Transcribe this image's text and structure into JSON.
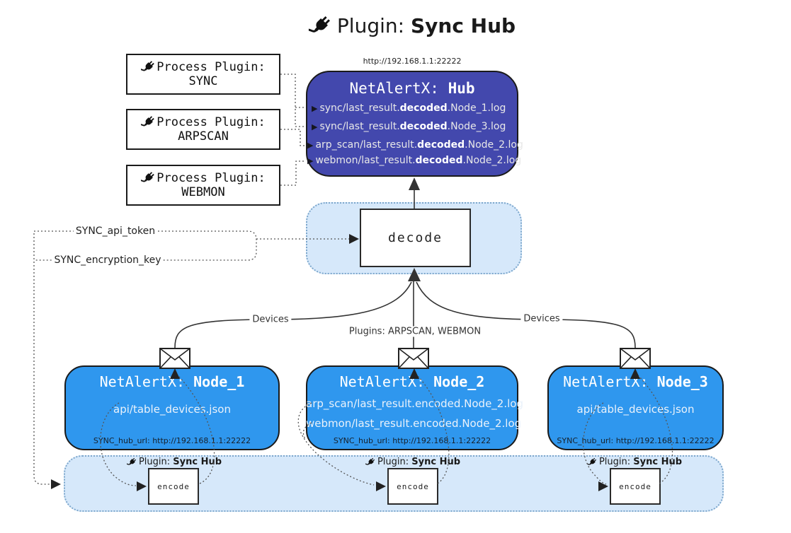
{
  "title": {
    "label": "Plugin: ",
    "label_bold": "Sync Hub"
  },
  "hub": {
    "url": "http://192.168.1.1:22222",
    "name": "NetAlertX: ",
    "name_bold": "Hub",
    "logs": [
      {
        "pre": "sync/last_result.",
        "bold": "decoded",
        "post": ".Node_1.log"
      },
      {
        "pre": "sync/last_result.",
        "bold": "decoded",
        "post": ".Node_3.log"
      },
      {
        "pre": "arp_scan/last_result.",
        "bold": "decoded",
        "post": ".Node_2.log"
      },
      {
        "pre": "webmon/last_result.",
        "bold": "decoded",
        "post": ".Node_2.log"
      }
    ]
  },
  "process_plugins": [
    {
      "label": "Process Plugin:",
      "name": "SYNC"
    },
    {
      "label": "Process Plugin:",
      "name": "ARPSCAN"
    },
    {
      "label": "Process Plugin:",
      "name": "WEBMON"
    }
  ],
  "settings": {
    "api_token": "SYNC_api_token",
    "encryption_key": "SYNC_encryption_key"
  },
  "decode": {
    "label": "decode"
  },
  "edges": {
    "devices_left": "Devices",
    "plugins_middle": "Plugins: ARPSCAN, WEBMON",
    "devices_right": "Devices"
  },
  "nodes": [
    {
      "name": "NetAlertX: ",
      "name_bold": "Node_1",
      "files": [
        "api/table_devices.json"
      ],
      "hub_url": "SYNC_hub_url: http://192.168.1.1:22222"
    },
    {
      "name": "NetAlertX: ",
      "name_bold": "Node_2",
      "files": [
        "arp_scan/last_result.encoded.Node_2.log",
        "webmon/last_result.encoded.Node_2.log"
      ],
      "hub_url": "SYNC_hub_url: http://192.168.1.1:22222"
    },
    {
      "name": "NetAlertX: ",
      "name_bold": "Node_3",
      "files": [
        "api/table_devices.json"
      ],
      "hub_url": "SYNC_hub_url: http://192.168.1.1:22222"
    }
  ],
  "encoders": [
    {
      "plugin": "Plugin: ",
      "plugin_bold": "Sync Hub",
      "label": "encode"
    },
    {
      "plugin": "Plugin: ",
      "plugin_bold": "Sync Hub",
      "label": "encode"
    },
    {
      "plugin": "Plugin: ",
      "plugin_bold": "Sync Hub",
      "label": "encode"
    }
  ],
  "colors": {
    "hub_fill": "#4348ad",
    "node_fill": "#2f97ee",
    "band_fill": "#d6e8fa",
    "band_border": "#7da7cc",
    "line": "#333333"
  }
}
